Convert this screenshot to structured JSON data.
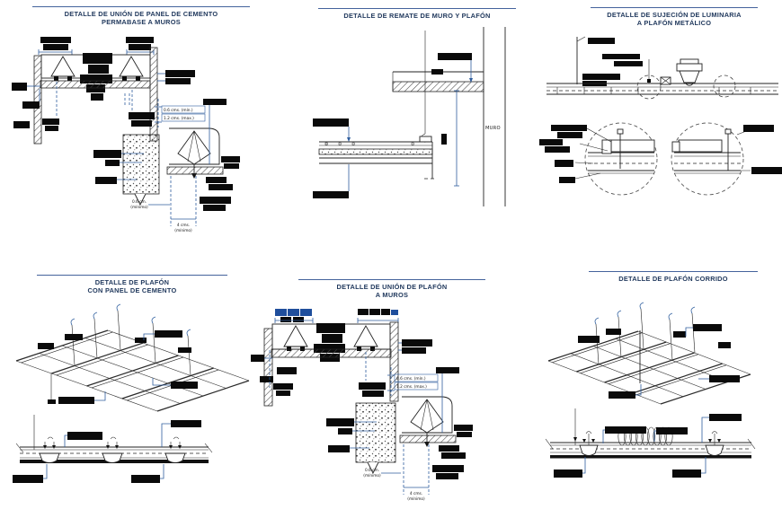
{
  "sheet": {
    "background": "#ffffff"
  },
  "colors": {
    "ink": "#222222",
    "dim_blue": "#2f5e9e",
    "title_navy": "#223a5e",
    "redacted_black": "#0a0a0a",
    "redacted_blue": "#1f4e9c"
  },
  "titles": {
    "p1": {
      "line1": "DETALLE DE UNIÓN DE PANEL DE CEMENTO",
      "line2": "PERMABASE A MUROS"
    },
    "p2": {
      "line1": "DETALLE DE REMATE DE MURO Y PLAFÓN"
    },
    "p3": {
      "line1": "DETALLE DE SUJECIÓN DE LUMINARIA",
      "line2": "A PLAFÓN METÁLICO"
    },
    "p4": {
      "line1": "DETALLE DE PLAFÓN",
      "line2": "CON PANEL DE CEMENTO"
    },
    "p5": {
      "line1": "DETALLE DE UNIÓN DE PLAFÓN",
      "line2": "A MUROS"
    },
    "p6": {
      "line1": "DETALLE DE PLAFÓN CORRIDO"
    }
  },
  "labels": {
    "muro": "MURO"
  },
  "dims": {
    "p1": {
      "min": "0.6 cms. (mín.)",
      "max": "1.2 cms. (max.)",
      "gap1": "0.6 cm.",
      "gap2": "(mínimo)",
      "edge1": "4 cms.",
      "edge2": "(mínimo)"
    },
    "p5": {
      "min": "0.6 cms. (mín.)",
      "max": "1.2 cms. (max.)",
      "gap1": "0.6 cm.",
      "gap2": "(mínimo)",
      "edge1": "4 cms.",
      "edge2": "(mínimo)"
    }
  }
}
